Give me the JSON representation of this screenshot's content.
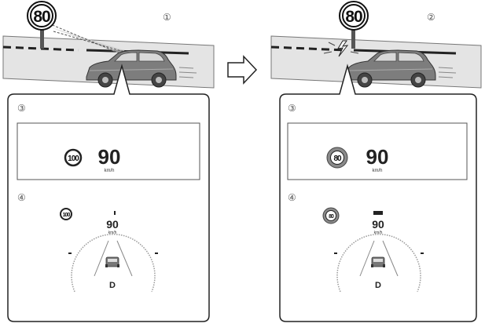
{
  "panels": [
    {
      "step_label": "①",
      "road_sign": "80",
      "hud": {
        "step_label": "③",
        "sign": "100",
        "speed": "90",
        "unit": "km/h"
      },
      "cluster": {
        "step_label": "④",
        "sign": "100",
        "speed": "90",
        "unit": "km/h",
        "gear": "D"
      }
    },
    {
      "step_label": "②",
      "road_sign": "80",
      "hud": {
        "step_label": "③",
        "sign": "80",
        "speed": "90",
        "unit": "km/h"
      },
      "cluster": {
        "step_label": "④",
        "sign": "80",
        "speed": "90",
        "unit": "km/h",
        "gear": "D"
      }
    }
  ],
  "colors": {
    "road": "#e4e4e4",
    "line": "#222222",
    "sign_ring_active": "#8a8a8a",
    "border": "#222222"
  },
  "icons": {
    "transition": "outline-right-arrow",
    "recognition": "lightning-bolt-icon",
    "vehicle": "suv-car-icon"
  }
}
